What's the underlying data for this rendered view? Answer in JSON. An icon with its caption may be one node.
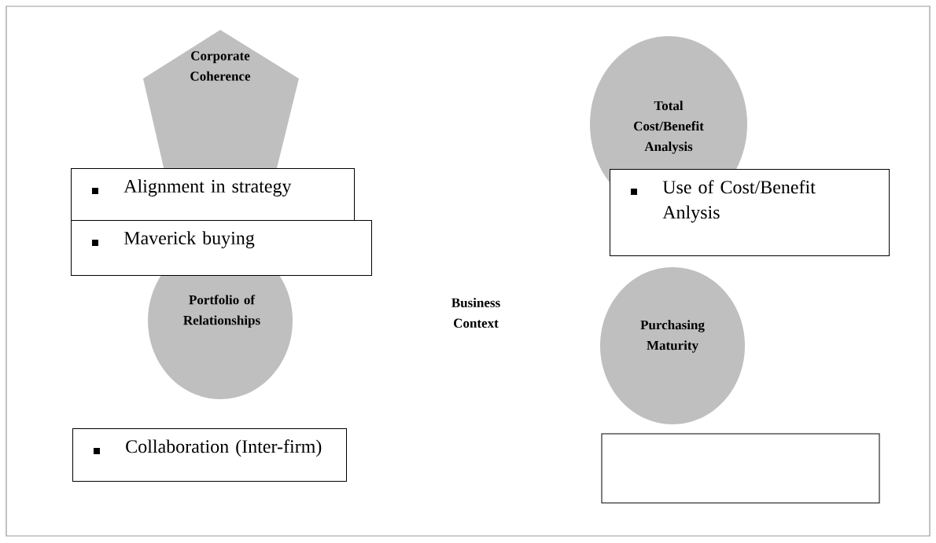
{
  "diagram": {
    "nodes": [
      {
        "text": [
          "Business Context"
        ]
      },
      {
        "text": [
          "Corporate Coherence"
        ],
        "in": 0
      },
      {
        "text": [
          "Alignment in strategy"
        ],
        "in": 0
      },
      {
        "text": [
          "Maverick buying"
        ],
        "in": 0
      },
      {
        "text": [
          "Total Cost/Benefit Analysis"
        ],
        "in": 0
      },
      {
        "text": [
          "Use of Cost/Benefit Anlysis"
        ],
        "in": 0
      },
      {
        "text": [
          "Portfolio of Relationships"
        ],
        "in": 0
      },
      {
        "text": [
          "Collaboration (Inter-firm)"
        ],
        "in": 0
      },
      {
        "text": [
          "Purchasing Maturity"
        ],
        "in": 0
      },
      {
        "text": [],
        "shape": "box",
        "in": 0
      }
    ]
  }
}
